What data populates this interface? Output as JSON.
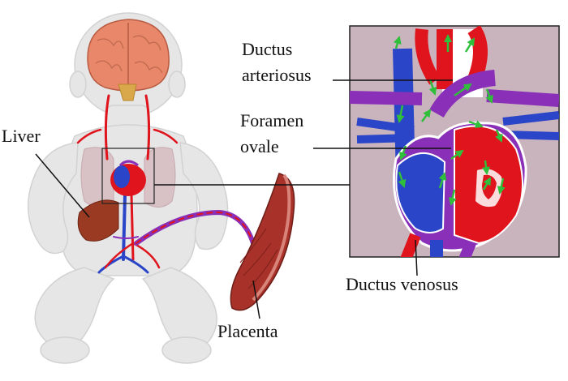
{
  "labels": {
    "liver": "Liver",
    "ductus_arteriosus_line1": "Ductus",
    "ductus_arteriosus_line2": "arteriosus",
    "foramen_ovale_line1": "Foramen",
    "foramen_ovale_line2": "ovale",
    "ductus_venosus": "Ductus venosus",
    "placenta": "Placenta"
  },
  "colors": {
    "artery": "#e0141c",
    "vein": "#2a45c8",
    "mixed": "#8a2fb8",
    "flow_arrow": "#2fbf3a",
    "baby_skin": "#e6e6e6",
    "brain": "#e8876a",
    "liver": "#9a3a22",
    "placenta": "#a8322a",
    "inset_background": "#c9b3bd"
  }
}
